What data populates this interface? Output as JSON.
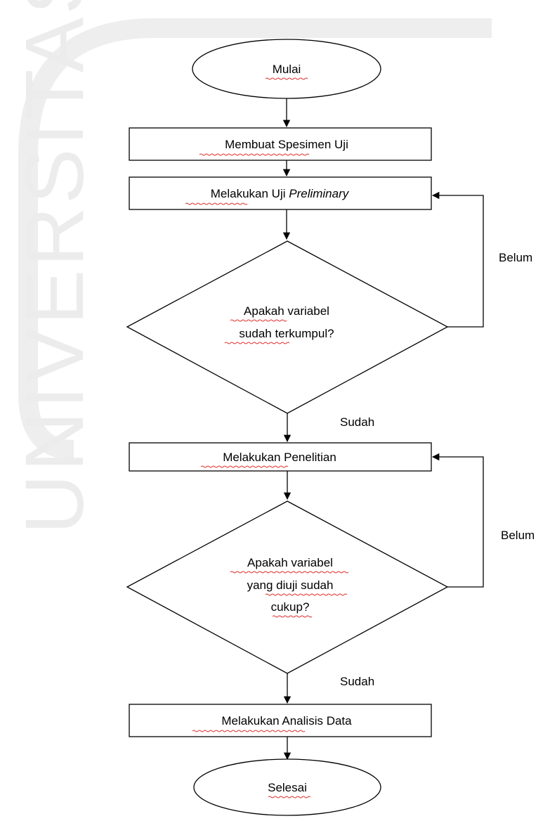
{
  "watermark": {
    "text": "UNIVERSITAS",
    "color": "#e9e9e9"
  },
  "nodes": {
    "start": {
      "label": "Mulai"
    },
    "make_specimen": {
      "label": "Membuat Spesimen Uji"
    },
    "preliminary": {
      "label_plain": "Melakukan Uji",
      "label_italic": "Preliminary"
    },
    "decision_collected": {
      "line1": "Apakah variabel",
      "line2": "sudah terkumpul?"
    },
    "research": {
      "label": "Melakukan Penelitian"
    },
    "decision_enough": {
      "line1": "Apakah variabel",
      "line2": "yang diuji sudah",
      "line3": "cukup?"
    },
    "analysis": {
      "label": "Melakukan Analisis Data"
    },
    "end": {
      "label": "Selesai"
    }
  },
  "edges": {
    "loop1_label": "Belum",
    "yes1_label": "Sudah",
    "loop2_label": "Belum",
    "yes2_label": "Sudah"
  },
  "colors": {
    "stroke": "#000000",
    "spellcheck": "#e0322f"
  }
}
